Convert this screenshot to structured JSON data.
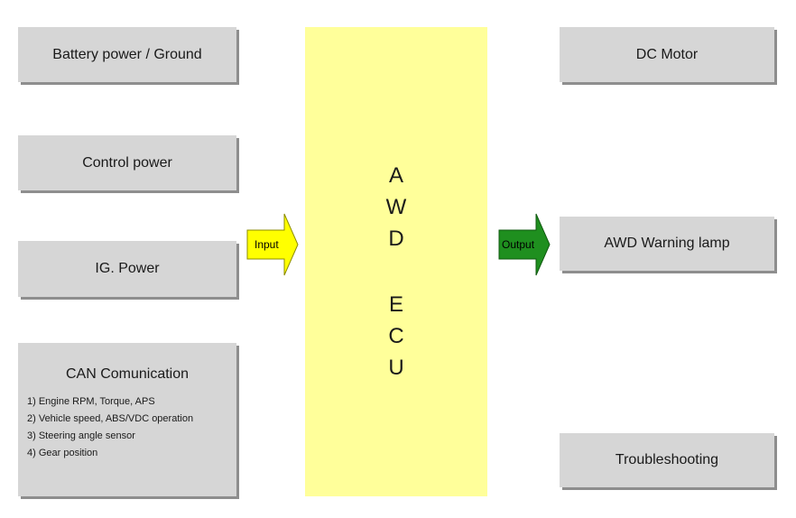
{
  "inputs": [
    {
      "label": "Battery power / Ground"
    },
    {
      "label": "Control power"
    },
    {
      "label": "IG. Power"
    }
  ],
  "can": {
    "title": "CAN Comunication",
    "items": [
      "1) Engine RPM, Torque, APS",
      "2) Vehicle speed, ABS/VDC operation",
      "3) Steering angle sensor",
      "4) Gear position"
    ]
  },
  "ecu": {
    "line1": [
      "A",
      "W",
      "D"
    ],
    "line2": [
      "E",
      "C",
      "U"
    ]
  },
  "arrows": {
    "input": {
      "label": "Input",
      "color": "#ffff00"
    },
    "output": {
      "label": "Output",
      "color": "#1f8f1f"
    }
  },
  "outputs": [
    {
      "label": "DC Motor"
    },
    {
      "label": "AWD Warning lamp"
    },
    {
      "label": "Troubleshooting"
    }
  ],
  "colors": {
    "box_fill": "#d6d6d6",
    "box_shadow": "#8e8e8e",
    "ecu_fill": "#ffff9a"
  }
}
